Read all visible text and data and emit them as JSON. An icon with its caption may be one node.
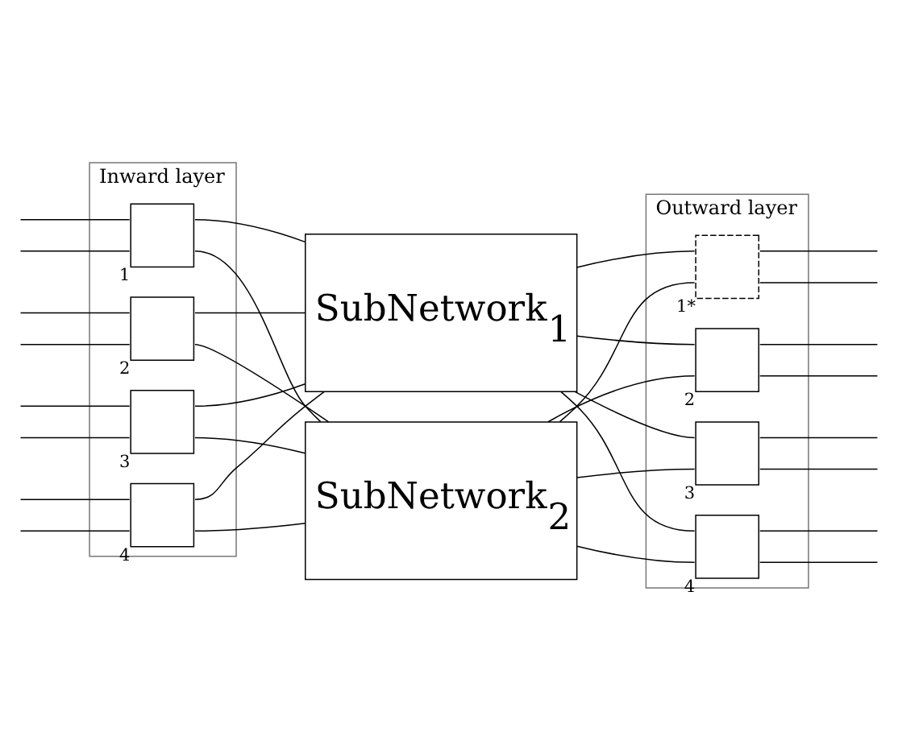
{
  "diagram": {
    "nodes": [
      {
        "text": [
          "Inward layer"
        ]
      },
      {
        "text": [],
        "shape": "box",
        "in": 0,
        "beside": [
          "1"
        ]
      },
      {
        "text": [],
        "shape": "box",
        "in": 0,
        "beside": [
          "2"
        ]
      },
      {
        "text": [],
        "shape": "box",
        "in": 0,
        "beside": [
          "3"
        ]
      },
      {
        "text": [],
        "shape": "box",
        "in": 0,
        "beside": [
          "4"
        ]
      },
      {
        "text": [
          "SubNetwork$_{1}$"
        ]
      },
      {
        "text": [
          "SubNetwork$_{2}$"
        ]
      },
      {
        "text": [
          "Outward layer"
        ]
      },
      {
        "text": [],
        "shape": "box",
        "in": 7,
        "beside": [
          "1*"
        ]
      },
      {
        "text": [],
        "shape": "box",
        "in": 7,
        "beside": [
          "2"
        ]
      },
      {
        "text": [],
        "shape": "box",
        "in": 7,
        "beside": [
          "3"
        ]
      },
      {
        "text": [],
        "shape": "box",
        "in": 7,
        "beside": [
          "4"
        ]
      }
    ],
    "edges": [
      {
        "from": null,
        "to": 1,
        "arrow": "none"
      },
      {
        "from": null,
        "to": 1,
        "arrow": "none"
      },
      {
        "from": null,
        "to": 2,
        "arrow": "none"
      },
      {
        "from": null,
        "to": 2,
        "arrow": "none"
      },
      {
        "from": null,
        "to": 3,
        "arrow": "none"
      },
      {
        "from": null,
        "to": 3,
        "arrow": "none"
      },
      {
        "from": null,
        "to": 4,
        "arrow": "none"
      },
      {
        "from": null,
        "to": 4,
        "arrow": "none"
      },
      {
        "from": 1,
        "to": 5,
        "arrow": "none"
      },
      {
        "from": 1,
        "to": 6,
        "arrow": "none"
      },
      {
        "from": 2,
        "to": 5,
        "arrow": "none"
      },
      {
        "from": 2,
        "to": 6,
        "arrow": "none"
      },
      {
        "from": 3,
        "to": 5,
        "arrow": "none"
      },
      {
        "from": 3,
        "to": 6,
        "arrow": "none"
      },
      {
        "from": 4,
        "to": 5,
        "arrow": "none"
      },
      {
        "from": 4,
        "to": 6,
        "arrow": "none"
      },
      {
        "from": 5,
        "to": 8,
        "arrow": "none"
      },
      {
        "from": 5,
        "to": 9,
        "arrow": "none"
      },
      {
        "from": 5,
        "to": 10,
        "arrow": "none"
      },
      {
        "from": 5,
        "to": 11,
        "arrow": "none"
      },
      {
        "from": 6,
        "to": 8,
        "arrow": "none"
      },
      {
        "from": 6,
        "to": 9,
        "arrow": "none"
      },
      {
        "from": 6,
        "to": 10,
        "arrow": "none"
      },
      {
        "from": 6,
        "to": 11,
        "arrow": "none"
      },
      {
        "from": 8,
        "to": null,
        "arrow": "none"
      },
      {
        "from": 8,
        "to": null,
        "arrow": "none"
      },
      {
        "from": 9,
        "to": null,
        "arrow": "none"
      },
      {
        "from": 9,
        "to": null,
        "arrow": "none"
      },
      {
        "from": 10,
        "to": null,
        "arrow": "none"
      },
      {
        "from": 10,
        "to": null,
        "arrow": "none"
      },
      {
        "from": 11,
        "to": null,
        "arrow": "none"
      },
      {
        "from": 11,
        "to": null,
        "arrow": "none"
      }
    ]
  }
}
